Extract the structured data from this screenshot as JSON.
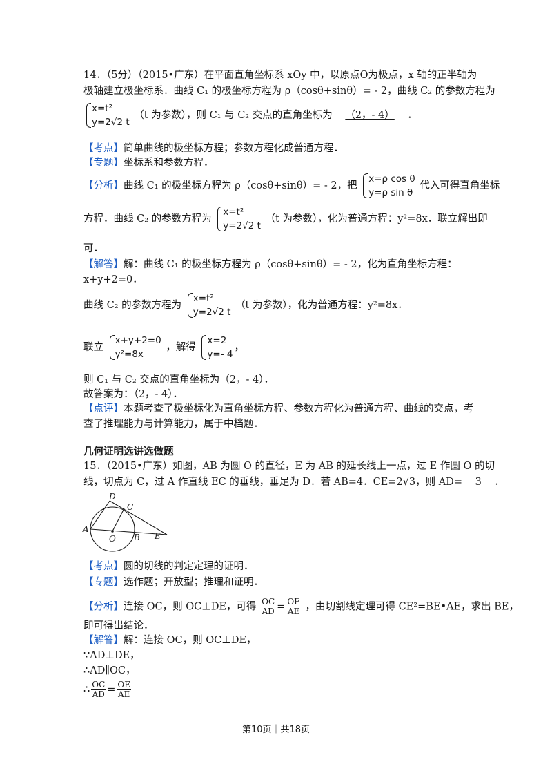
{
  "q14": {
    "line1": "14．（5分）（2015•广东）在平面直角坐标系 xOy 中，以原点O为极点，x 轴的正半轴为",
    "line2": "极轴建立极坐标系．曲线 C₁ 的极坐标方程为 ρ（cosθ+sinθ）= - 2，曲线 C₂ 的参数方程为",
    "sys_x": "x=t²",
    "sys_y": "y=2√2 t",
    "line3_mid": "（t 为参数），则 C₁ 与 C₂ 交点的直角坐标为",
    "answer": "（2，- 4）",
    "line3_end": "．",
    "kaodian_tag": "【考点】",
    "kaodian": "简单曲线的极坐标方程；参数方程化成普通方程．",
    "zhuanti_tag": "【专题】",
    "zhuanti": "坐标系和参数方程．",
    "fenxi_tag": "【分析】",
    "fenxi1": "曲线 C₁ 的极坐标方程为 ρ（cosθ+sinθ）= - 2，把",
    "fenxi_sys_x": "x=ρ cos θ",
    "fenxi_sys_y": "y=ρ sin θ",
    "fenxi1_end": "代入可得直角坐标",
    "fenxi2_a": "方程．曲线 C₂ 的参数方程为",
    "fenxi2_b": "（t 为参数），化为普通方程：y²=8x．联立解出即",
    "fenxi3": "可．",
    "jieda_tag": "【解答】",
    "jieda1": "解：曲线 C₁ 的极坐标方程为 ρ（cosθ+sinθ）= - 2，化为直角坐标方程：",
    "jieda2": "x+y+2=0．",
    "jieda3_a": "曲线 C₂ 的参数方程为",
    "jieda3_b": "（t 为参数），化为普通方程：y²=8x．",
    "lianli": "联立",
    "lianli_x": "x+y+2=0",
    "lianli_y": "y²=8x",
    "jiede": "，解得",
    "jiede_x": "x=2",
    "jiede_y": "y=- 4",
    "jiede_end": "，",
    "jieda5": "则 C₁ 与 C₂ 交点的直角坐标为（2，- 4）．",
    "jieda6": "故答案为：（2，- 4）．",
    "dianping_tag": "【点评】",
    "dianping1": "本题考查了极坐标化为直角坐标方程、参数方程化为普通方程、曲线的交点，考",
    "dianping2": "查了推理能力与计算能力，属于中档题．"
  },
  "section_title": "几何证明选讲选做题",
  "q15": {
    "line1": "15．（2015•广东）如图，AB 为圆 O 的直径，E 为 AB 的延长线上一点，过 E 作圆 O 的切",
    "line2_a": "线，切点为 C，过 A 作直线 EC 的垂线，垂足为 D．若 AB=4．CE=2√3，则 AD=",
    "answer": "3",
    "line2_end": "．",
    "fig_labels": {
      "D": "D",
      "C": "C",
      "A": "A",
      "O": "O",
      "B": "B",
      "E": "E"
    },
    "kaodian_tag": "【考点】",
    "kaodian": "圆的切线的判定定理的证明．",
    "zhuanti_tag": "【专题】",
    "zhuanti": "选作题；开放型；推理和证明．",
    "fenxi_tag": "【分析】",
    "fenxi1_a": "连接 OC，则 OC⊥DE，可得",
    "frac1_num": "OC",
    "frac1_den": "AD",
    "eq": "=",
    "frac2_num": "OE",
    "frac2_den": "AE",
    "fenxi1_b": "，由切割线定理可得 CE²=BE•AE，求出 BE，",
    "fenxi2": "即可得出结论．",
    "jieda_tag": "【解答】",
    "jieda1": "解：连接 OC，则 OC⊥DE，",
    "jieda2": "∵AD⊥DE，",
    "jieda3": "∴AD∥OC，",
    "therefore": "∴"
  },
  "footer": "第10页｜共18页"
}
